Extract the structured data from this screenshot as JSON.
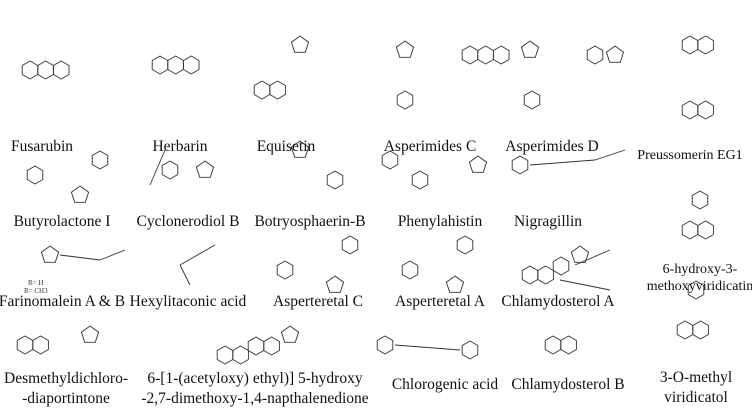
{
  "compounds": [
    {
      "name": "Fusarubin"
    },
    {
      "name": "Herbarin"
    },
    {
      "name": "Equisetin"
    },
    {
      "name": "Asperimides C"
    },
    {
      "name": "Asperimides D"
    },
    {
      "name": "Preussomerin EG1"
    },
    {
      "name": "Butyrolactone I"
    },
    {
      "name": "Cyclonerodiol B"
    },
    {
      "name": "Botryosphaerin-B"
    },
    {
      "name": "Phenylahistin"
    },
    {
      "name": "Nigragillin"
    },
    {
      "name_line1": "6-hydroxy-3-",
      "name_line2": "methoxyviridicatin"
    },
    {
      "name": "Farinomalein A & B",
      "r_groups": [
        "R= H",
        "R= CH3"
      ]
    },
    {
      "name": "Hexylitaconic acid"
    },
    {
      "name": "Asperteretal C"
    },
    {
      "name": "Asperteretal A"
    },
    {
      "name": "Chlamydosterol A"
    },
    {
      "name_line1": "Desmethyldichloro-",
      "name_line2": "-diaportintone"
    },
    {
      "name_line1": "6-[1-(acetyloxy) ethyl)] 5-hydroxy",
      "name_line2": "-2,7-dimethoxy-1,4-napthalenedione"
    },
    {
      "name": "Chlorogenic acid"
    },
    {
      "name": "Chlamydosterol B"
    },
    {
      "name_line1": "3-O-methyl",
      "name_line2": "viridicatol"
    }
  ],
  "colors": {
    "bond": "#333333",
    "text": "#111111",
    "background": "#ffffff"
  }
}
